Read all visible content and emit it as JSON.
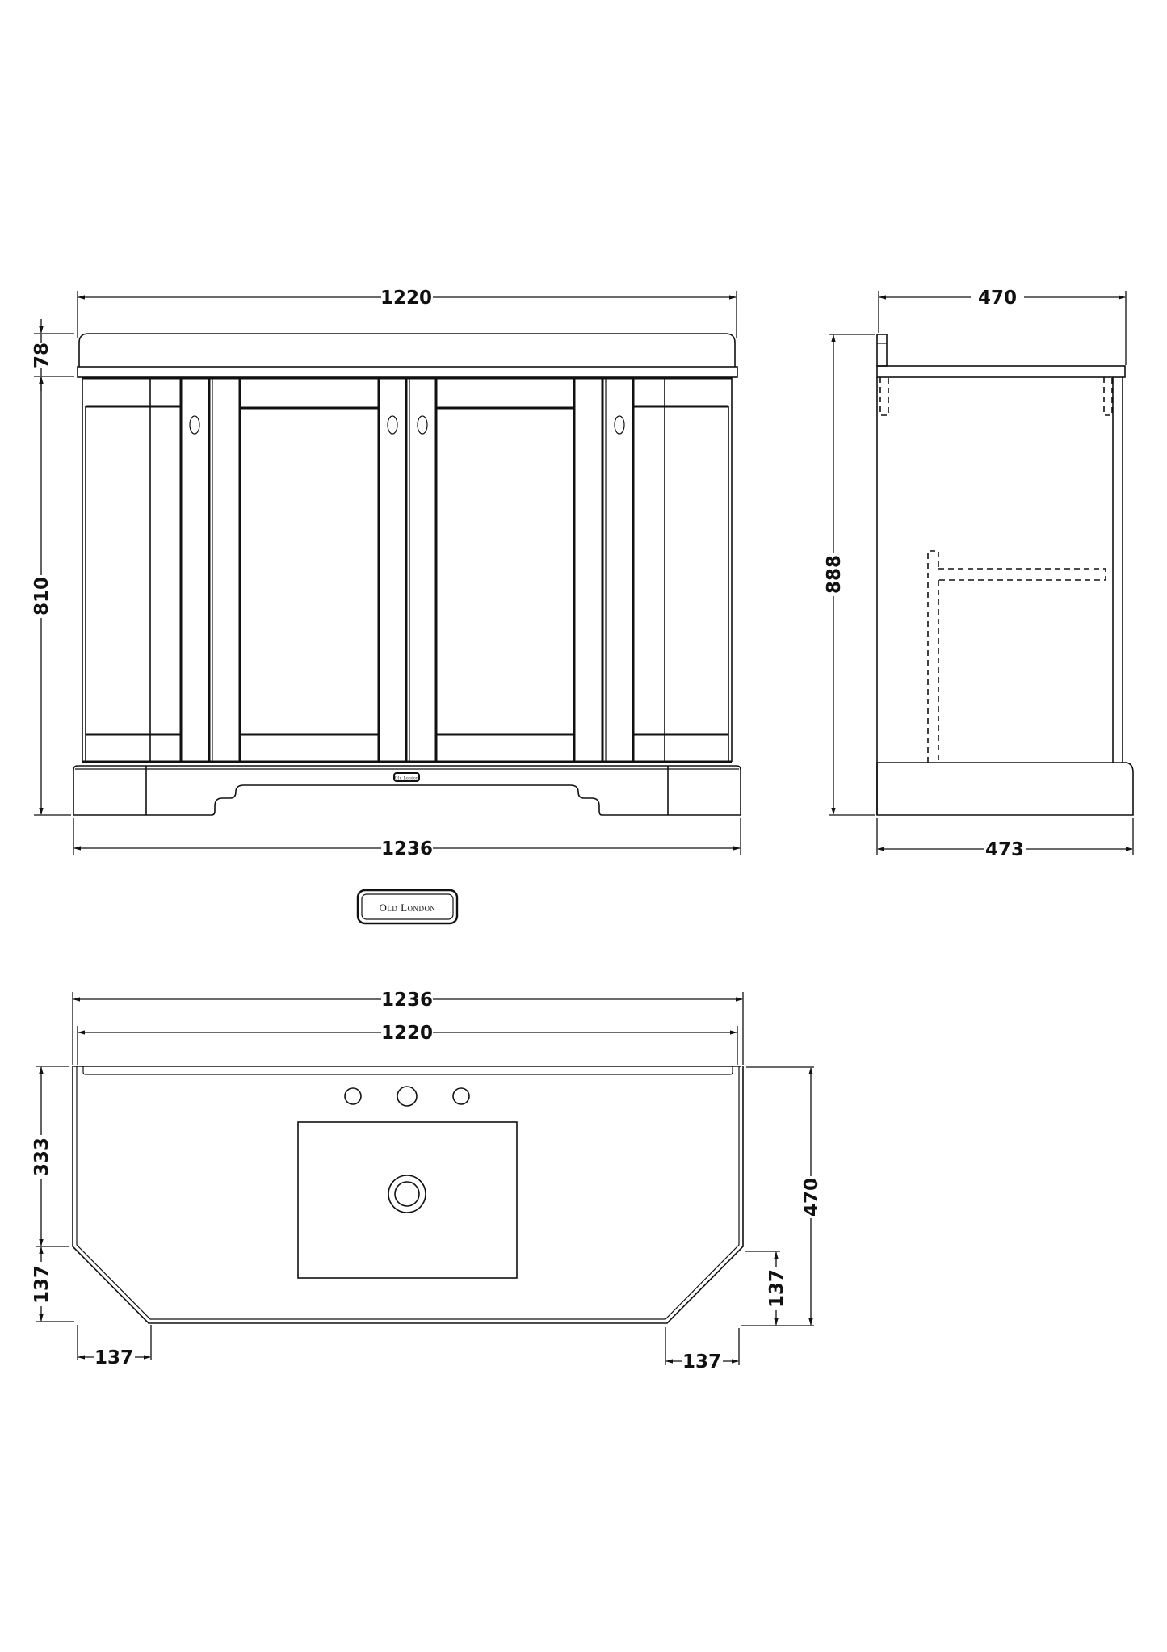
{
  "drawing": {
    "brand_logo": "Old London",
    "brand_logo_small": "Old London",
    "front_view": {
      "width_top_label": "1220",
      "width_bottom_label": "1236",
      "countertop_height_label": "78",
      "cabinet_height_label": "810",
      "doors": 4,
      "handles": 4
    },
    "side_view": {
      "depth_top_label": "470",
      "depth_bottom_label": "473",
      "total_height_label": "888"
    },
    "plan_view": {
      "overall_width_label": "1236",
      "top_width_label": "1220",
      "depth_label": "470",
      "back_section_label": "333",
      "chamfer_left_vertical_label": "137",
      "chamfer_right_vertical_label": "137",
      "chamfer_left_horizontal_label": "137",
      "chamfer_right_horizontal_label": "137",
      "tap_holes": 3
    }
  },
  "colors": {
    "line": "#111111",
    "background": "#ffffff"
  }
}
